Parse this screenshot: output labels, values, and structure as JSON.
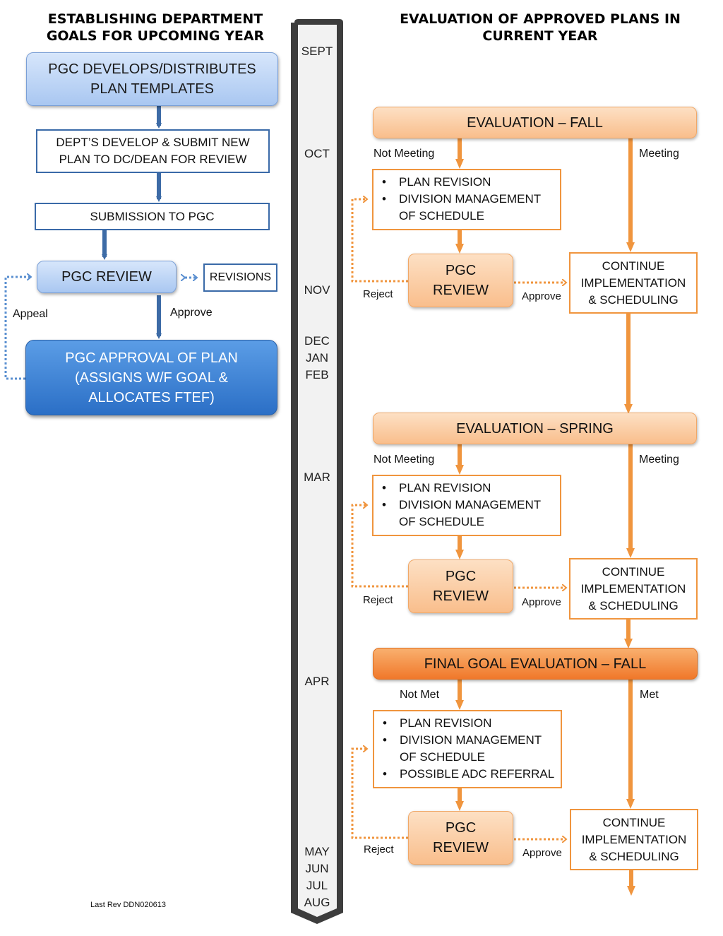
{
  "left": {
    "heading": [
      "ESTABLISHING DEPARTMENT",
      "GOALS FOR UPCOMING YEAR"
    ],
    "templates": [
      "PGC DEVELOPS/DISTRIBUTES",
      "PLAN TEMPLATES"
    ],
    "dept_develop": [
      "DEPT’S DEVELOP & SUBMIT NEW",
      "PLAN TO DC/DEAN FOR REVIEW"
    ],
    "submission": "SUBMISSION TO PGC",
    "pgc_review": "PGC REVIEW",
    "revisions": "REVISIONS",
    "appeal": "Appeal",
    "approve": "Approve",
    "approval": [
      "PGC APPROVAL OF PLAN",
      "(ASSIGNS W/F  GOAL &",
      "ALLOCATES FTEF)"
    ],
    "footnote": "Last Rev DDN020613"
  },
  "timeline": {
    "sept": "SEPT",
    "oct": "OCT",
    "nov": "NOV",
    "dec": "DEC",
    "jan": "JAN",
    "feb": "FEB",
    "mar": "MAR",
    "apr": "APR",
    "may": "MAY",
    "jun": "JUN",
    "jul": "JUL",
    "aug": "AUG"
  },
  "right": {
    "heading": [
      "EVALUATION OF APPROVED PLANS IN",
      "CURRENT YEAR"
    ],
    "sections": [
      {
        "title": "EVALUATION – FALL",
        "not_meeting": "Not Meeting",
        "meeting": "Meeting",
        "items": [
          "PLAN REVISION",
          "DIVISION MANAGEMENT OF SCHEDULE"
        ],
        "review": [
          "PGC",
          "REVIEW"
        ],
        "reject": "Reject",
        "approve": "Approve",
        "continue": [
          "CONTINUE",
          "IMPLEMENTATION",
          "& SCHEDULING"
        ]
      },
      {
        "title": "EVALUATION – SPRING",
        "not_meeting": "Not Meeting",
        "meeting": "Meeting",
        "items": [
          "PLAN REVISION",
          "DIVISION MANAGEMENT OF SCHEDULE"
        ],
        "review": [
          "PGC",
          "REVIEW"
        ],
        "reject": "Reject",
        "approve": "Approve",
        "continue": [
          "CONTINUE",
          "IMPLEMENTATION",
          "& SCHEDULING"
        ]
      },
      {
        "title": "FINAL GOAL EVALUATION – FALL",
        "not_meeting": "Not Met",
        "meeting": "Met",
        "items": [
          "PLAN REVISION",
          "DIVISION MANAGEMENT OF SCHEDULE",
          "POSSIBLE ADC REFERRAL"
        ],
        "review": [
          "PGC",
          "REVIEW"
        ],
        "reject": "Reject",
        "approve": "Approve",
        "continue": [
          "CONTINUE",
          "IMPLEMENTATION",
          "& SCHEDULING"
        ]
      }
    ]
  },
  "colors": {
    "blue_line": "#3d6ba6",
    "blue_dotted": "#5a8fd0",
    "orange_line": "#f0953e",
    "timeline_border": "#3a3a3a"
  }
}
